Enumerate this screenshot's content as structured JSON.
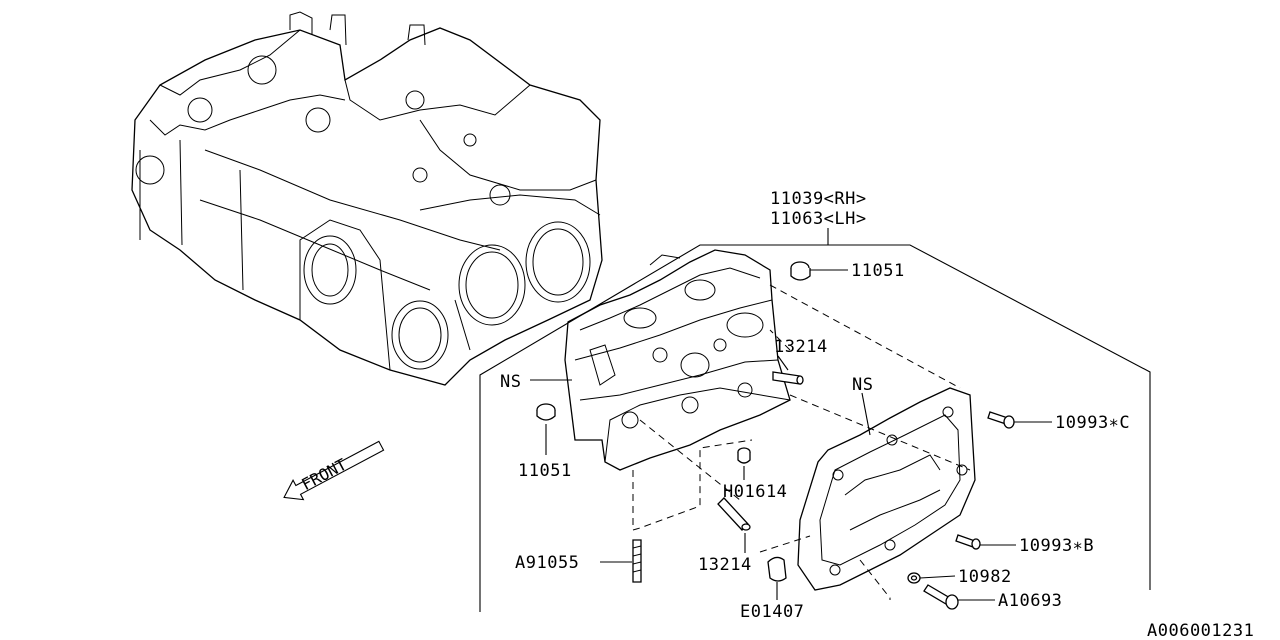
{
  "labels": {
    "head_rh": "11039<RH>",
    "head_lh": "11063<LH>",
    "plug_top": "11051",
    "plug_left": "11051",
    "pin_upper": "13214",
    "pin_lower": "13214",
    "ns_left": "NS",
    "ns_right": "NS",
    "bolt_c": "10993∗C",
    "bolt_b": "10993∗B",
    "washer": "10982",
    "bolt_a": "A10693",
    "plug_h": "H01614",
    "stud": "A91055",
    "plug_e": "E01407",
    "front": "FRONT",
    "diagram_id": "A006001231"
  },
  "icons": {
    "front_arrow": "front-arrow-icon"
  }
}
